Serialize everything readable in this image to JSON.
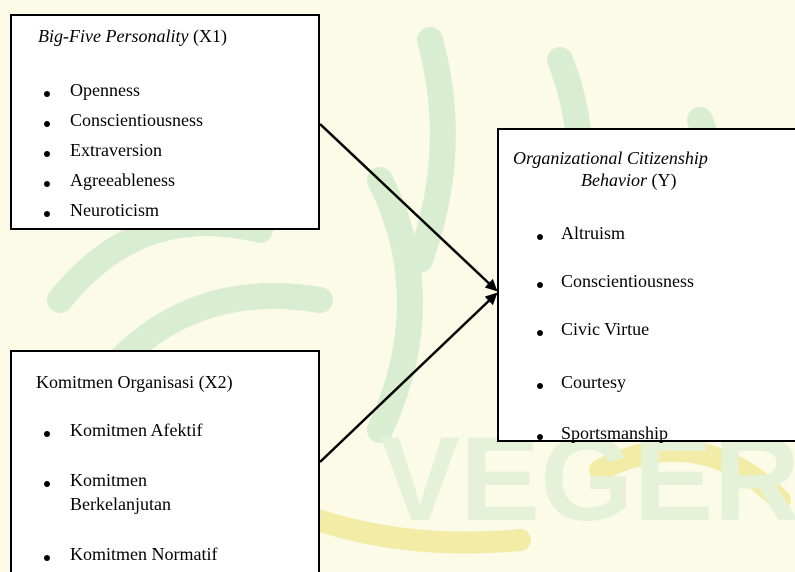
{
  "colors": {
    "background": "#fcfbe8",
    "watermark": "#d9eed0",
    "watermark_accent": "#f3eca6",
    "box_border": "#000000",
    "arrow": "#000000"
  },
  "x1": {
    "title_italic": "Big-Five Personality",
    "title_suffix": " (X1)",
    "items": [
      "Openness",
      "Conscientiousness",
      "Extraversion",
      "Agreeableness",
      "Neuroticism"
    ]
  },
  "x2": {
    "title": "Komitmen Organisasi (X2)",
    "items": [
      "Komitmen Afektif",
      "Komitmen",
      "Berkelanjutan",
      "Komitmen Normatif"
    ]
  },
  "y": {
    "title_line1": "Organizational Citizenship",
    "title_line2_italic": "Behavior",
    "title_line2_suffix": " (Y)",
    "items": [
      "Altruism",
      "Conscientiousness",
      "Civic Virtue",
      "Courtesy",
      "Sportsmanship"
    ]
  }
}
